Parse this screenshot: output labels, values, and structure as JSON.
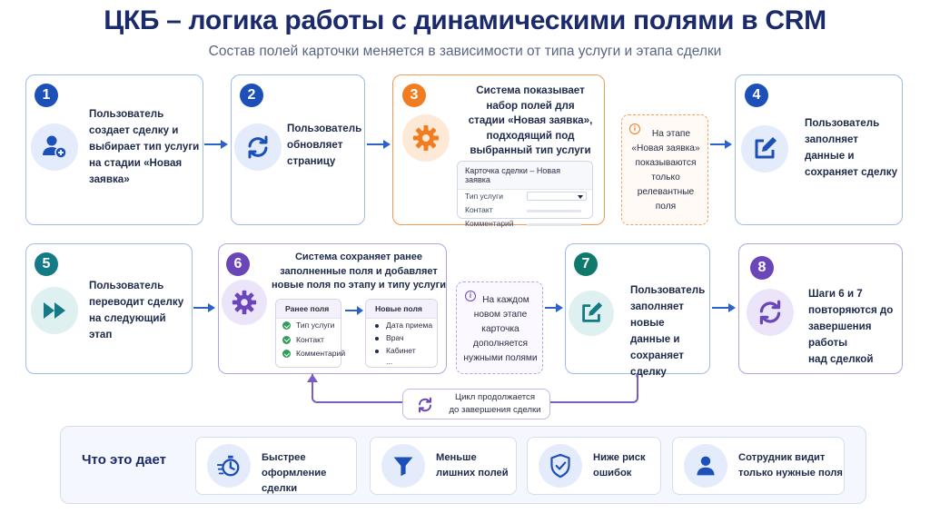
{
  "title": "ЦКБ – логика работы с динамическими полями в CRM",
  "subtitle": "Состав полей карточки меняется в зависимости от типа услуги и этапа сделки",
  "steps": [
    {
      "num": "1",
      "lines": [
        "Пользователь",
        "создает сделку и",
        "выбирает тип услуги",
        "на стадии «Новая",
        "заявка»"
      ],
      "icon": "add-user-icon"
    },
    {
      "num": "2",
      "lines": [
        "Пользователь",
        "обновляет",
        "страницу"
      ],
      "icon": "refresh-icon"
    },
    {
      "num": "3",
      "lines": [
        "Система показывает",
        "набор полей для",
        "стадии «Новая заявка»,",
        "подходящий под",
        "выбранный тип услуги"
      ],
      "icon": "gear-icon"
    },
    {
      "num": "4",
      "lines": [
        "Пользователь",
        "заполняет",
        "данные и",
        "сохраняет сделку"
      ],
      "icon": "edit-icon"
    },
    {
      "num": "5",
      "lines": [
        "Пользователь",
        "переводит сделку",
        "на следующий",
        "этап"
      ],
      "icon": "fast-forward-icon"
    },
    {
      "num": "6",
      "lines": [
        "Система сохраняет ранее",
        "заполненные поля и добавляет",
        "новые поля по этапу и типу услуги"
      ],
      "icon": "gear-icon"
    },
    {
      "num": "7",
      "lines": [
        "Пользователь",
        "заполняет новые",
        "данные и",
        "сохраняет сделку"
      ],
      "icon": "edit-icon"
    },
    {
      "num": "8",
      "lines": [
        "Шаги 6 и 7",
        "повторяются до",
        "завершения работы",
        "над сделкой"
      ],
      "icon": "cycle-icon"
    }
  ],
  "card_form": {
    "title": "Карточка сделки – Новая заявка",
    "fields": [
      "Тип услуги",
      "Контакт",
      "Комментарий"
    ]
  },
  "note1": {
    "icon": "info-icon",
    "lines": [
      "На этапе",
      "«Новая заявка»",
      "показываются",
      "только",
      "релевантные",
      "поля"
    ]
  },
  "note2": {
    "icon": "info-icon",
    "lines": [
      "На каждом",
      "новом этапе",
      "карточка",
      "дополняется",
      "нужными полями"
    ]
  },
  "earlier_fields": {
    "header": "Ранее поля",
    "items": [
      "Тип услуги",
      "Контакт",
      "Комментарий"
    ]
  },
  "new_fields": {
    "header": "Новые поля",
    "items": [
      "Дата приема",
      "Врач",
      "Кабинет",
      "..."
    ]
  },
  "loop": {
    "lines": [
      "Цикл продолжается",
      "до завершения сделки"
    ],
    "icon": "cycle-icon"
  },
  "benefits": {
    "label": "Что это дает",
    "items": [
      {
        "lines": [
          "Быстрее",
          "оформление сделки"
        ],
        "icon": "stopwatch-icon"
      },
      {
        "lines": [
          "Меньше",
          "лишних полей"
        ],
        "icon": "filter-icon"
      },
      {
        "lines": [
          "Ниже риск",
          "ошибок"
        ],
        "icon": "shield-check-icon"
      },
      {
        "lines": [
          "Сотрудник видит",
          "только нужные поля"
        ],
        "icon": "user-icon"
      }
    ]
  },
  "colors": {
    "blue": "#1d4fb8",
    "orange": "#f07d22",
    "violet": "#6b46b9",
    "teal": "#137a86",
    "arrow": "#2b62c9"
  }
}
